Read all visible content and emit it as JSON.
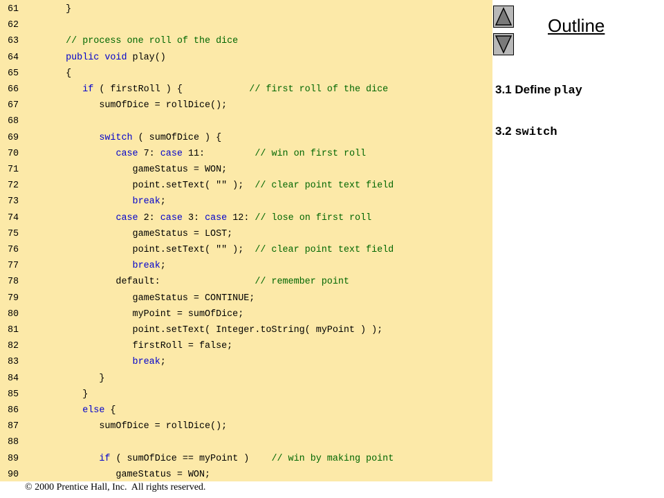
{
  "code": {
    "lines": [
      {
        "no": "61",
        "parts": [
          {
            "t": "   }",
            "c": "n"
          }
        ]
      },
      {
        "no": "62",
        "parts": []
      },
      {
        "no": "63",
        "parts": [
          {
            "t": "   // process one roll of the dice",
            "c": "cm"
          }
        ]
      },
      {
        "no": "64",
        "parts": [
          {
            "t": "   ",
            "c": "n"
          },
          {
            "t": "public void",
            "c": "kw"
          },
          {
            "t": " play()",
            "c": "n"
          }
        ]
      },
      {
        "no": "65",
        "parts": [
          {
            "t": "   {",
            "c": "n"
          }
        ]
      },
      {
        "no": "66",
        "parts": [
          {
            "t": "      ",
            "c": "n"
          },
          {
            "t": "if",
            "c": "kw"
          },
          {
            "t": " ( firstRoll ) {            ",
            "c": "n"
          },
          {
            "t": "// first roll of the dice",
            "c": "cm"
          }
        ]
      },
      {
        "no": "67",
        "parts": [
          {
            "t": "         sumOfDice = rollDice();",
            "c": "n"
          }
        ]
      },
      {
        "no": "68",
        "parts": []
      },
      {
        "no": "69",
        "parts": [
          {
            "t": "         ",
            "c": "n"
          },
          {
            "t": "switch",
            "c": "kw"
          },
          {
            "t": " ( sumOfDice ) {",
            "c": "n"
          }
        ]
      },
      {
        "no": "70",
        "parts": [
          {
            "t": "            ",
            "c": "n"
          },
          {
            "t": "case",
            "c": "kw"
          },
          {
            "t": " 7: ",
            "c": "n"
          },
          {
            "t": "case",
            "c": "kw"
          },
          {
            "t": " 11:         ",
            "c": "n"
          },
          {
            "t": "// win on first roll",
            "c": "cm"
          }
        ]
      },
      {
        "no": "71",
        "parts": [
          {
            "t": "               gameStatus = WON;",
            "c": "n"
          }
        ]
      },
      {
        "no": "72",
        "parts": [
          {
            "t": "               point.setText( \"\" );  ",
            "c": "n"
          },
          {
            "t": "// clear point text field",
            "c": "cm"
          }
        ]
      },
      {
        "no": "73",
        "parts": [
          {
            "t": "               ",
            "c": "n"
          },
          {
            "t": "break",
            "c": "kw"
          },
          {
            "t": ";",
            "c": "n"
          }
        ]
      },
      {
        "no": "74",
        "parts": [
          {
            "t": "            ",
            "c": "n"
          },
          {
            "t": "case",
            "c": "kw"
          },
          {
            "t": " 2: ",
            "c": "n"
          },
          {
            "t": "case",
            "c": "kw"
          },
          {
            "t": " 3: ",
            "c": "n"
          },
          {
            "t": "case",
            "c": "kw"
          },
          {
            "t": " 12: ",
            "c": "n"
          },
          {
            "t": "// lose on first roll",
            "c": "cm"
          }
        ]
      },
      {
        "no": "75",
        "parts": [
          {
            "t": "               gameStatus = LOST;",
            "c": "n"
          }
        ]
      },
      {
        "no": "76",
        "parts": [
          {
            "t": "               point.setText( \"\" );  ",
            "c": "n"
          },
          {
            "t": "// clear point text field",
            "c": "cm"
          }
        ]
      },
      {
        "no": "77",
        "parts": [
          {
            "t": "               ",
            "c": "n"
          },
          {
            "t": "break",
            "c": "kw"
          },
          {
            "t": ";",
            "c": "n"
          }
        ]
      },
      {
        "no": "78",
        "parts": [
          {
            "t": "            default:                 ",
            "c": "n"
          },
          {
            "t": "// remember point",
            "c": "cm"
          }
        ]
      },
      {
        "no": "79",
        "parts": [
          {
            "t": "               gameStatus = CONTINUE;",
            "c": "n"
          }
        ]
      },
      {
        "no": "80",
        "parts": [
          {
            "t": "               myPoint = sumOfDice;",
            "c": "n"
          }
        ]
      },
      {
        "no": "81",
        "parts": [
          {
            "t": "               point.setText( Integer.toString( myPoint ) );",
            "c": "n"
          }
        ]
      },
      {
        "no": "82",
        "parts": [
          {
            "t": "               firstRoll = false;",
            "c": "n"
          }
        ]
      },
      {
        "no": "83",
        "parts": [
          {
            "t": "               ",
            "c": "n"
          },
          {
            "t": "break",
            "c": "kw"
          },
          {
            "t": ";",
            "c": "n"
          }
        ]
      },
      {
        "no": "84",
        "parts": [
          {
            "t": "         }",
            "c": "n"
          }
        ]
      },
      {
        "no": "85",
        "parts": [
          {
            "t": "      }",
            "c": "n"
          }
        ]
      },
      {
        "no": "86",
        "parts": [
          {
            "t": "      ",
            "c": "n"
          },
          {
            "t": "else",
            "c": "kw"
          },
          {
            "t": " {",
            "c": "n"
          }
        ]
      },
      {
        "no": "87",
        "parts": [
          {
            "t": "         sumOfDice = rollDice();",
            "c": "n"
          }
        ]
      },
      {
        "no": "88",
        "parts": []
      },
      {
        "no": "89",
        "parts": [
          {
            "t": "         ",
            "c": "n"
          },
          {
            "t": "if",
            "c": "kw"
          },
          {
            "t": " ( sumOfDice == myPoint )    ",
            "c": "n"
          },
          {
            "t": "// win by making point",
            "c": "cm"
          }
        ]
      },
      {
        "no": "90",
        "parts": [
          {
            "t": "            gameStatus = WON;",
            "c": "n"
          }
        ]
      }
    ]
  },
  "sidebar": {
    "title": "Outline",
    "up_icon": "triangle-up-icon",
    "down_icon": "triangle-down-icon",
    "items": [
      {
        "prefix": "3.1 Define ",
        "code": "play"
      },
      {
        "prefix": "3.2 ",
        "code": "switch"
      }
    ]
  },
  "footer": {
    "text": "© 2000 Prentice Hall, Inc.  All rights reserved."
  },
  "colors": {
    "code_background": "#fce9a8",
    "keyword": "#0000cc",
    "comment": "#006600",
    "nav_button": "#b8b8b8"
  }
}
